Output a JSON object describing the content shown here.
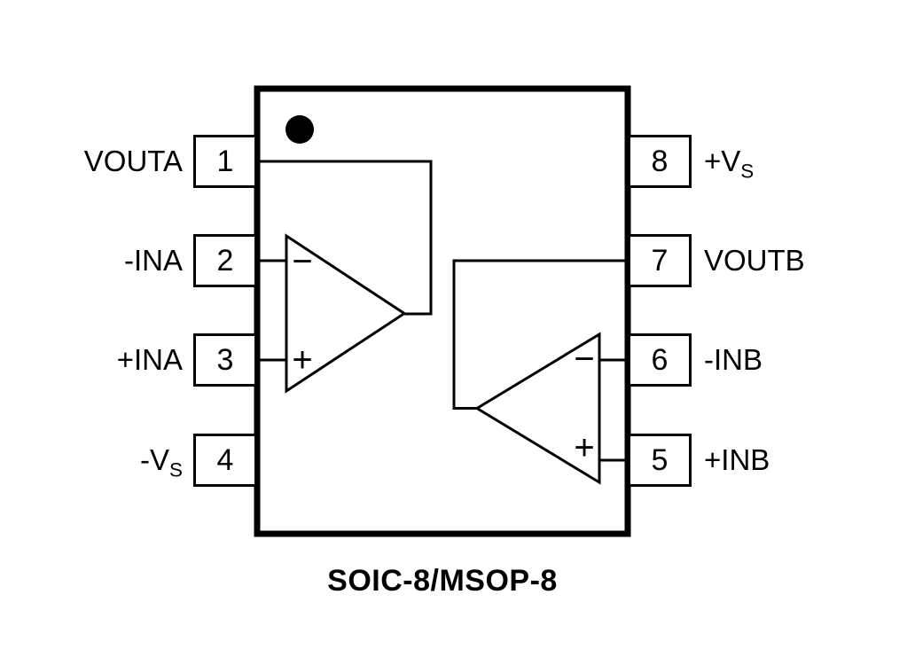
{
  "diagram": {
    "package_label": "SOIC-8/MSOP-8",
    "colors": {
      "line": "#000000",
      "background": "#ffffff"
    },
    "pins": {
      "left": [
        {
          "number": "1",
          "label": "VOUTA",
          "sub": ""
        },
        {
          "number": "2",
          "label": "-INA",
          "sub": ""
        },
        {
          "number": "3",
          "label": "+INA",
          "sub": ""
        },
        {
          "number": "4",
          "label": "-V",
          "sub": "S"
        }
      ],
      "right": [
        {
          "number": "8",
          "label": "+V",
          "sub": "S"
        },
        {
          "number": "7",
          "label": "VOUTB",
          "sub": ""
        },
        {
          "number": "6",
          "label": "-INB",
          "sub": ""
        },
        {
          "number": "5",
          "label": "+INB",
          "sub": ""
        }
      ]
    },
    "opamps": {
      "a": {
        "minus": "−",
        "plus": "+"
      },
      "b": {
        "minus": "−",
        "plus": "+"
      }
    }
  }
}
